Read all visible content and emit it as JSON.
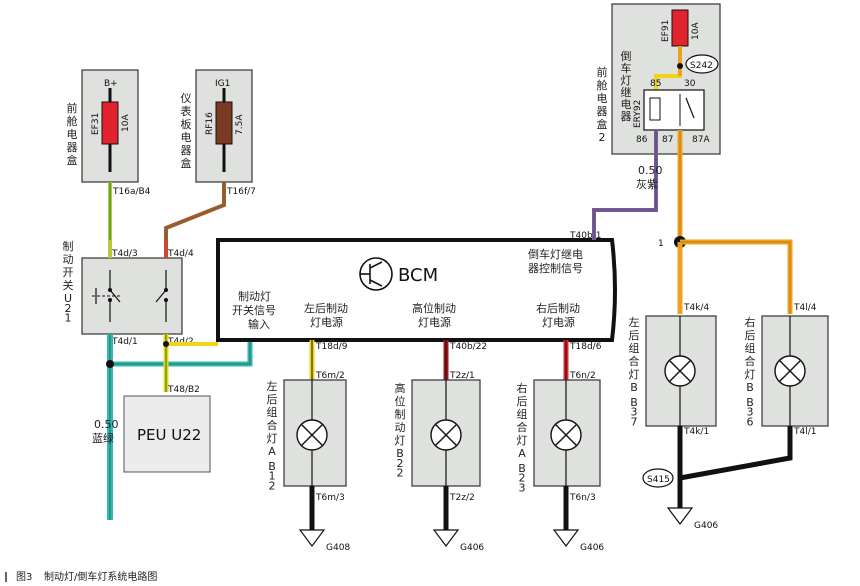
{
  "caption": {
    "fig": "图3",
    "text": "制动灯/倒车灯系统电路图"
  },
  "fuse_boxes": {
    "front_cabin": "前舱电器盒",
    "instrument": "仪表板电器盒",
    "front_cabin_2": "前舱电器盒2"
  },
  "fuses": {
    "ef31": {
      "name": "EF31",
      "rating": "10A",
      "supply": "B+",
      "pin": "T16a/B4"
    },
    "rf16": {
      "name": "RF16",
      "rating": "7.5A",
      "supply": "IG1",
      "pin": "T16f/7"
    },
    "ef91": {
      "name": "EF91",
      "rating": "10A"
    }
  },
  "brake_switch": {
    "label": "制动开关U21",
    "pins": [
      "T4d/3",
      "T4d/4",
      "T4d/1",
      "T4d/2"
    ]
  },
  "wire_left": {
    "size": "0.50",
    "color": "蓝绿"
  },
  "peu": {
    "label": "PEU U22",
    "pin": "T48/B2"
  },
  "bcm": {
    "label": "BCM",
    "input_label": [
      "制动灯",
      "开关信号",
      "输入"
    ],
    "left_supply": [
      "左后制动",
      "灯电源"
    ],
    "high_supply": [
      "高位制动",
      "灯电源"
    ],
    "right_supply": [
      "右后制动",
      "灯电源"
    ],
    "relay_ctrl": [
      "倒车灯继电",
      "器控制信号"
    ],
    "relay_pin": "T40b/1"
  },
  "lamps": {
    "b12": {
      "label": "左后组合灯A B12",
      "pin_top_bcm": "T18d/9",
      "pin_top": "T6m/2",
      "pin_bot": "T6m/3",
      "ground": "G408"
    },
    "b22": {
      "label": "高位制动灯B22",
      "pin_top_bcm": "T40b/22",
      "pin_top": "T2z/1",
      "pin_bot": "T2z/2",
      "ground": "G406"
    },
    "b23": {
      "label": "右后组合灯A B23",
      "pin_top_bcm": "T18d/6",
      "pin_top": "T6n/2",
      "pin_bot": "T6n/3",
      "ground": "G406"
    },
    "b37": {
      "label": "左后组合灯B B37",
      "pin_top": "T4k/4",
      "pin_bot": "T4k/1"
    },
    "b36": {
      "label": "右后组合灯B B36",
      "pin_top": "T4l/4",
      "pin_bot": "T4l/1"
    }
  },
  "relay": {
    "label": "倒车灯继电器",
    "id": "ERY92",
    "pins": [
      "85",
      "30",
      "86",
      "87",
      "87A"
    ]
  },
  "splices": {
    "s242": "S242",
    "s415": "S415",
    "ground_right": "G406",
    "node": "1"
  },
  "wire_relay": {
    "size": "0.50",
    "color": "灰紫"
  },
  "colors": {
    "blue_green": "#2fb5c4",
    "yellow_green": "#b9c93a",
    "red_green": "#c94a2e",
    "yellow": "#f3d414",
    "red": "#d42a2a",
    "orange": "#f0a020",
    "gray_violet": "#7a5aa8",
    "black": "#111111"
  }
}
